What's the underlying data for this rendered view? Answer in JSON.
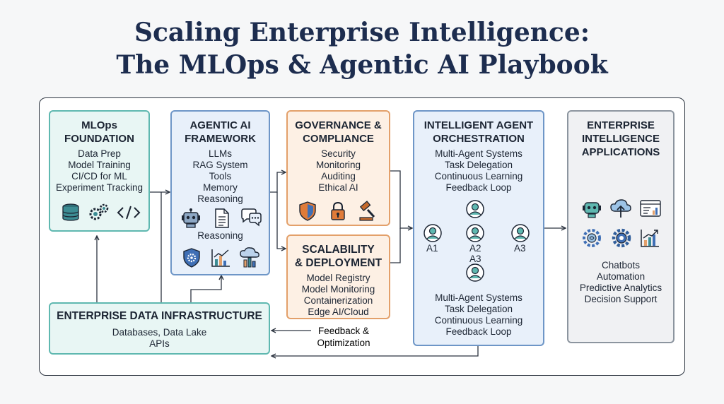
{
  "title": {
    "line1": "Scaling Enterprise Intelligence:",
    "line2": "The MLOps & Agentic AI Playbook"
  },
  "mlops": {
    "heading1": "MLOps",
    "heading2": "FOUNDATION",
    "items": [
      "Data Prep",
      "Model Training",
      "CI/CD for ML",
      "Experiment Tracking"
    ],
    "icons": [
      "database-icon",
      "gears-icon",
      "code-icon"
    ]
  },
  "agentic": {
    "heading1": "AGENTIC AI",
    "heading2": "FRAMEWORK",
    "items": [
      "LLMs",
      "RAG System",
      "Tools",
      "Memory",
      "Reasoning"
    ],
    "sub_label": "Reasoning",
    "icons": [
      "robot-icon",
      "document-icon",
      "chat-icon",
      "shield-gear-icon",
      "chart-icon",
      "cloud-chart-icon"
    ]
  },
  "governance": {
    "heading1": "GOVERNANCE &",
    "heading2": "COMPLIANCE",
    "items": [
      "Security",
      "Monitoring",
      "Auditing",
      "Ethical AI"
    ],
    "icons": [
      "shield-icon",
      "lock-icon",
      "gavel-icon"
    ]
  },
  "scalability": {
    "heading1": "SCALABILITY",
    "heading2": "& DEPLOYMENT",
    "items": [
      "Model Registry",
      "Model Monitoring",
      "Containerization",
      "Edge AI/Cloud"
    ]
  },
  "orchestration": {
    "heading1": "INTELLIGENT AGENT",
    "heading2": "ORCHESTRATION",
    "items_top": [
      "Multi-Agent Systems",
      "Task Delegation",
      "Continuous Learning",
      "Feedback Loop"
    ],
    "items_bottom": [
      "Multi-Agent Systems",
      "Task Delegation",
      "Continuous Learning",
      "Feedback Loop"
    ],
    "agent_labels": [
      "A1",
      "A2",
      "A3",
      "A3"
    ]
  },
  "applications": {
    "heading1": "ENTERPRISE",
    "heading2": "INTELLIGENCE",
    "heading3": "APPLICATIONS",
    "items": [
      "Chatbots",
      "Automation",
      "Predictive Analytics",
      "Decision Support"
    ],
    "icons": [
      "bot-icon",
      "cloud-upload-icon",
      "dashboard-icon",
      "brain-gear-icon",
      "gear-icon",
      "growth-chart-icon"
    ]
  },
  "infrastructure": {
    "heading": "ENTERPRISE DATA INFRASTRUCTURE",
    "line1": "Databases, Data Lake",
    "line2": "APIs"
  },
  "feedback": {
    "line1": "Feedback &",
    "line2": "Optimization"
  },
  "colors": {
    "title": "#1d2d4f",
    "teal": "#5fb8b0",
    "blue": "#6e96c7",
    "orange": "#e3a06a",
    "gray": "#8c959f",
    "line": "#2c3440"
  }
}
